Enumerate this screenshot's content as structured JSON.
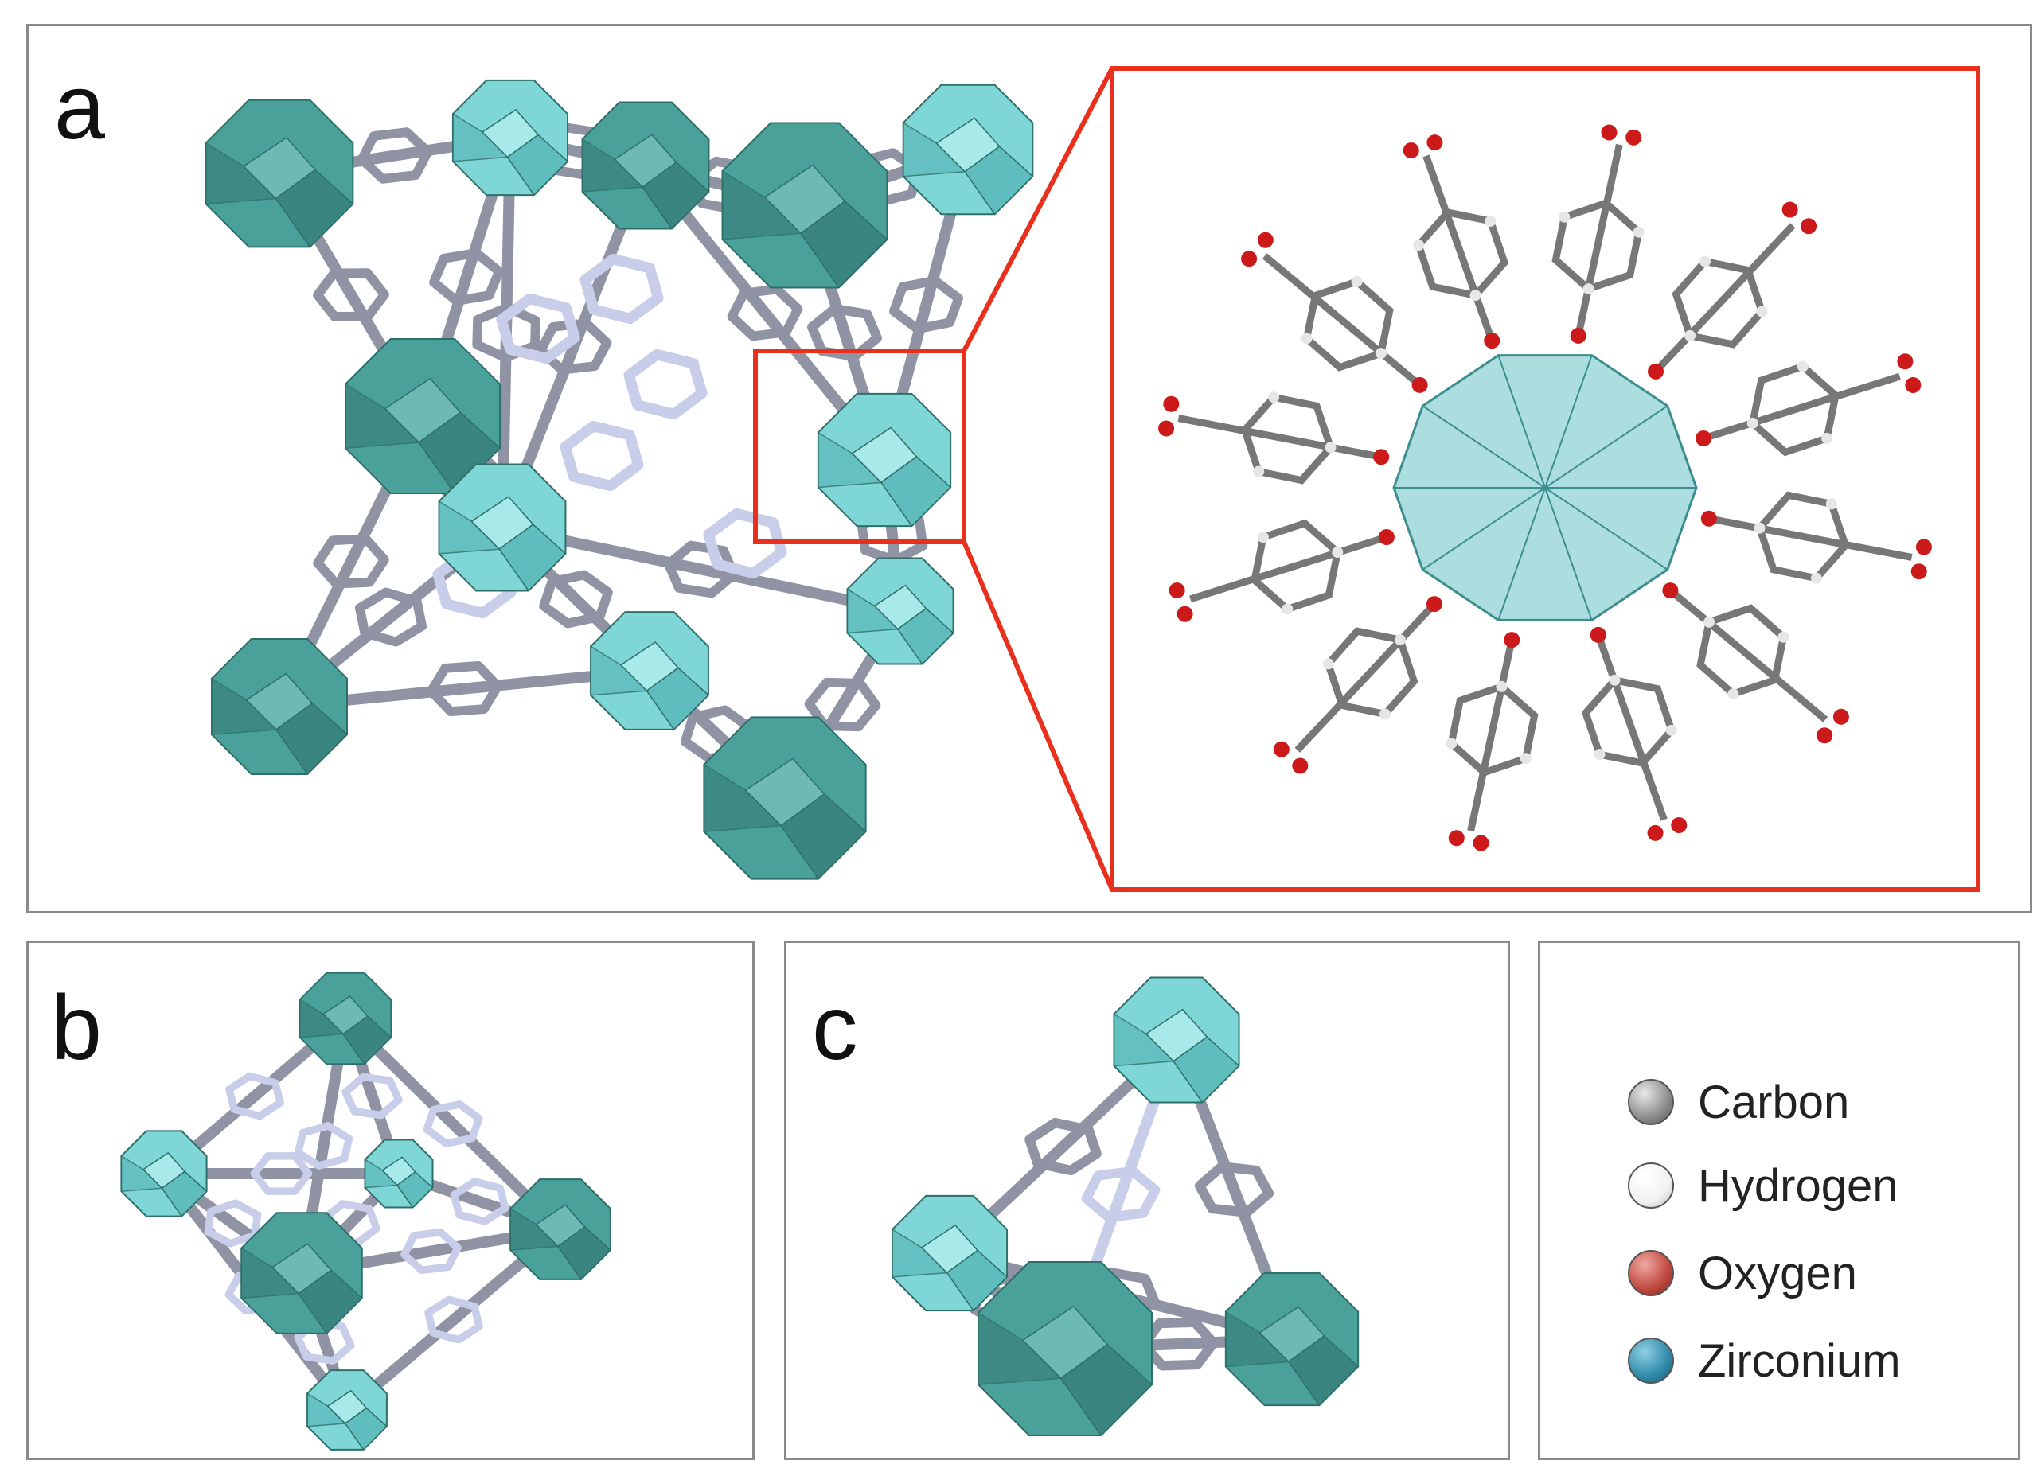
{
  "panels": {
    "a": {
      "label": "a"
    },
    "b": {
      "label": "b"
    },
    "c": {
      "label": "c"
    }
  },
  "legend": {
    "items": [
      {
        "label": "Carbon",
        "color": "#8c8c8c"
      },
      {
        "label": "Hydrogen",
        "color": "#f2f2f2"
      },
      {
        "label": "Oxygen",
        "color": "#c0483f"
      },
      {
        "label": "Zirconium",
        "color": "#2f8aa8"
      }
    ]
  },
  "colors": {
    "cluster_light": "#7fd6d6",
    "cluster_dark": "#4aa19a",
    "linker": "#8f93a3",
    "linker_light": "#c8cdea",
    "highlight_box": "#e8301c",
    "carbon_bond": "#777777",
    "oxygen": "#cc1a1a",
    "hydrogen": "#e6e6e6",
    "zr_core": "#74c7c9"
  },
  "icons": {
    "cluster": "zr-oxo-cluster-polyhedron-icon",
    "linker": "benzene-ring-linker-icon"
  }
}
